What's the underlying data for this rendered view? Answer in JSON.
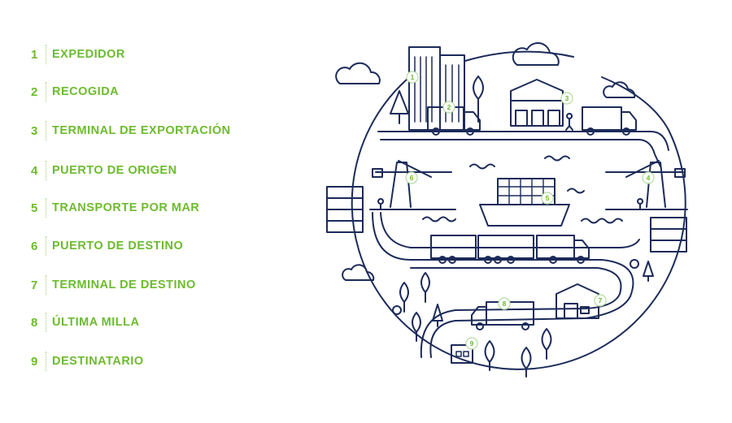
{
  "legend": {
    "items": [
      {
        "number": "1",
        "label": "EXPEDIDOR"
      },
      {
        "number": "2",
        "label": "RECOGIDA"
      },
      {
        "number": "3",
        "label": "TERMINAL DE EXPORTACIÓN"
      },
      {
        "number": "4",
        "label": "PUERTO DE ORIGEN"
      },
      {
        "number": "5",
        "label": "TRANSPORTE POR MAR"
      },
      {
        "number": "6",
        "label": "PUERTO DE DESTINO"
      },
      {
        "number": "7",
        "label": "TERMINAL DE DESTINO"
      },
      {
        "number": "8",
        "label": "ÚLTIMA MILLA"
      },
      {
        "number": "9",
        "label": "DESTINATARIO"
      }
    ]
  },
  "markers": [
    "1",
    "2",
    "3",
    "4",
    "5",
    "6",
    "7",
    "8",
    "9"
  ],
  "colors": {
    "accent": "#6dbb2e",
    "line": "#1c2b5a",
    "background": "#ffffff"
  }
}
